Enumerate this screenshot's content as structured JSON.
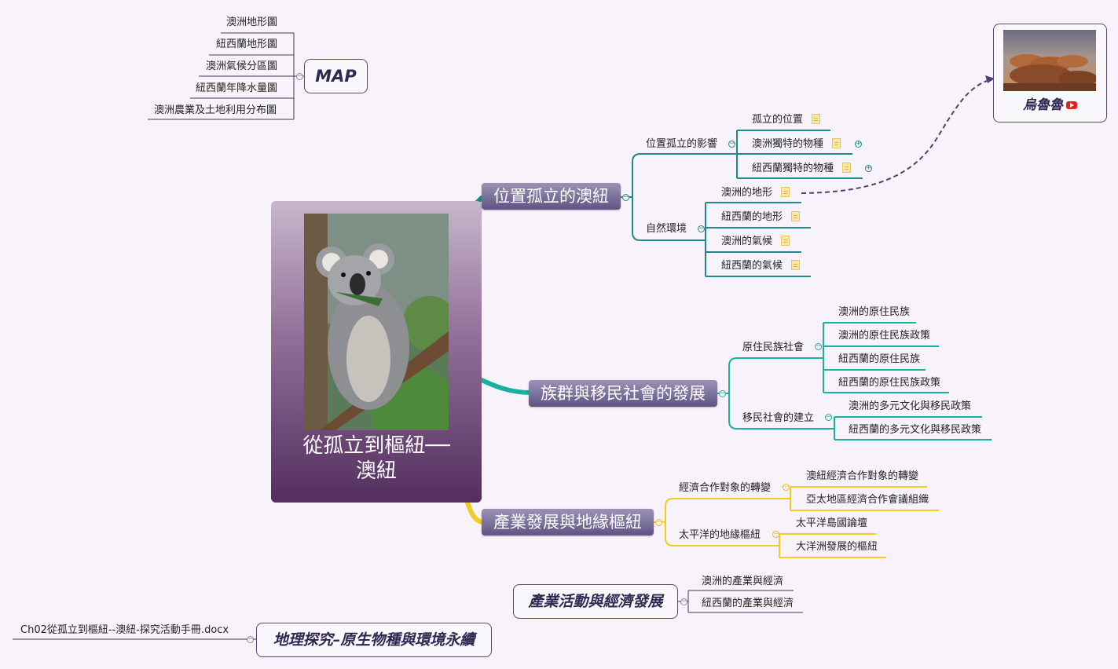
{
  "central": {
    "title_line1": "從孤立到樞紐──",
    "title_line2": "澳紐",
    "image": "koala-photo"
  },
  "branches": {
    "isolation": {
      "label": "位置孤立的澳紐",
      "color": "#1f8a8a",
      "groups": [
        {
          "label": "位置孤立的影響",
          "items": [
            "孤立的位置",
            "澳洲獨特的物種",
            "紐西蘭獨特的物種"
          ]
        },
        {
          "label": "自然環境",
          "items": [
            "澳洲的地形",
            "紐西蘭的地形",
            "澳洲的氣候",
            "紐西蘭的氣候"
          ]
        }
      ]
    },
    "ethnic": {
      "label": "族群與移民社會的發展",
      "color": "#17b3a0",
      "groups": [
        {
          "label": "原住民族社會",
          "items": [
            "澳洲的原住民族",
            "澳洲的原住民族政策",
            "紐西蘭的原住民族",
            "紐西蘭的原住民族政策"
          ]
        },
        {
          "label": "移民社會的建立",
          "items": [
            "澳洲的多元文化與移民政策",
            "紐西蘭的多元文化與移民政策"
          ]
        }
      ]
    },
    "industry": {
      "label": "產業發展與地緣樞紐",
      "color": "#f2cc22",
      "groups": [
        {
          "label": "經濟合作對象的轉變",
          "items": [
            "澳紐經濟合作對象的轉變",
            "亞太地區經濟合作會議組織"
          ]
        },
        {
          "label": "太平洋的地緣樞紐",
          "items": [
            "太平洋島國論壇",
            "大洋洲發展的樞紐"
          ]
        }
      ]
    }
  },
  "map_topic": {
    "label": "MAP",
    "items": [
      "澳洲地形圖",
      "紐西蘭地形圖",
      "澳洲氣候分區圖",
      "紐西蘭年降水量圖",
      "澳洲農業及土地利用分布圖"
    ]
  },
  "uluru": {
    "label": "烏魯魯",
    "link_icon": "youtube-icon",
    "image": "uluru-photo"
  },
  "economy_topic": {
    "label": "產業活動與經濟發展",
    "items": [
      "澳洲的產業與經濟",
      "紐西蘭的產業與經濟"
    ]
  },
  "inquiry_topic": {
    "label": "地理探究–原生物種與環境永續",
    "attachment": "Ch02從孤立到樞紐--澳紐-探究活動手冊.docx"
  },
  "colors": {
    "background": "#f8f3fb",
    "floating_border": "#55496e",
    "relationship_line": "#4b4470",
    "note_icon": "#fbe7a4"
  }
}
